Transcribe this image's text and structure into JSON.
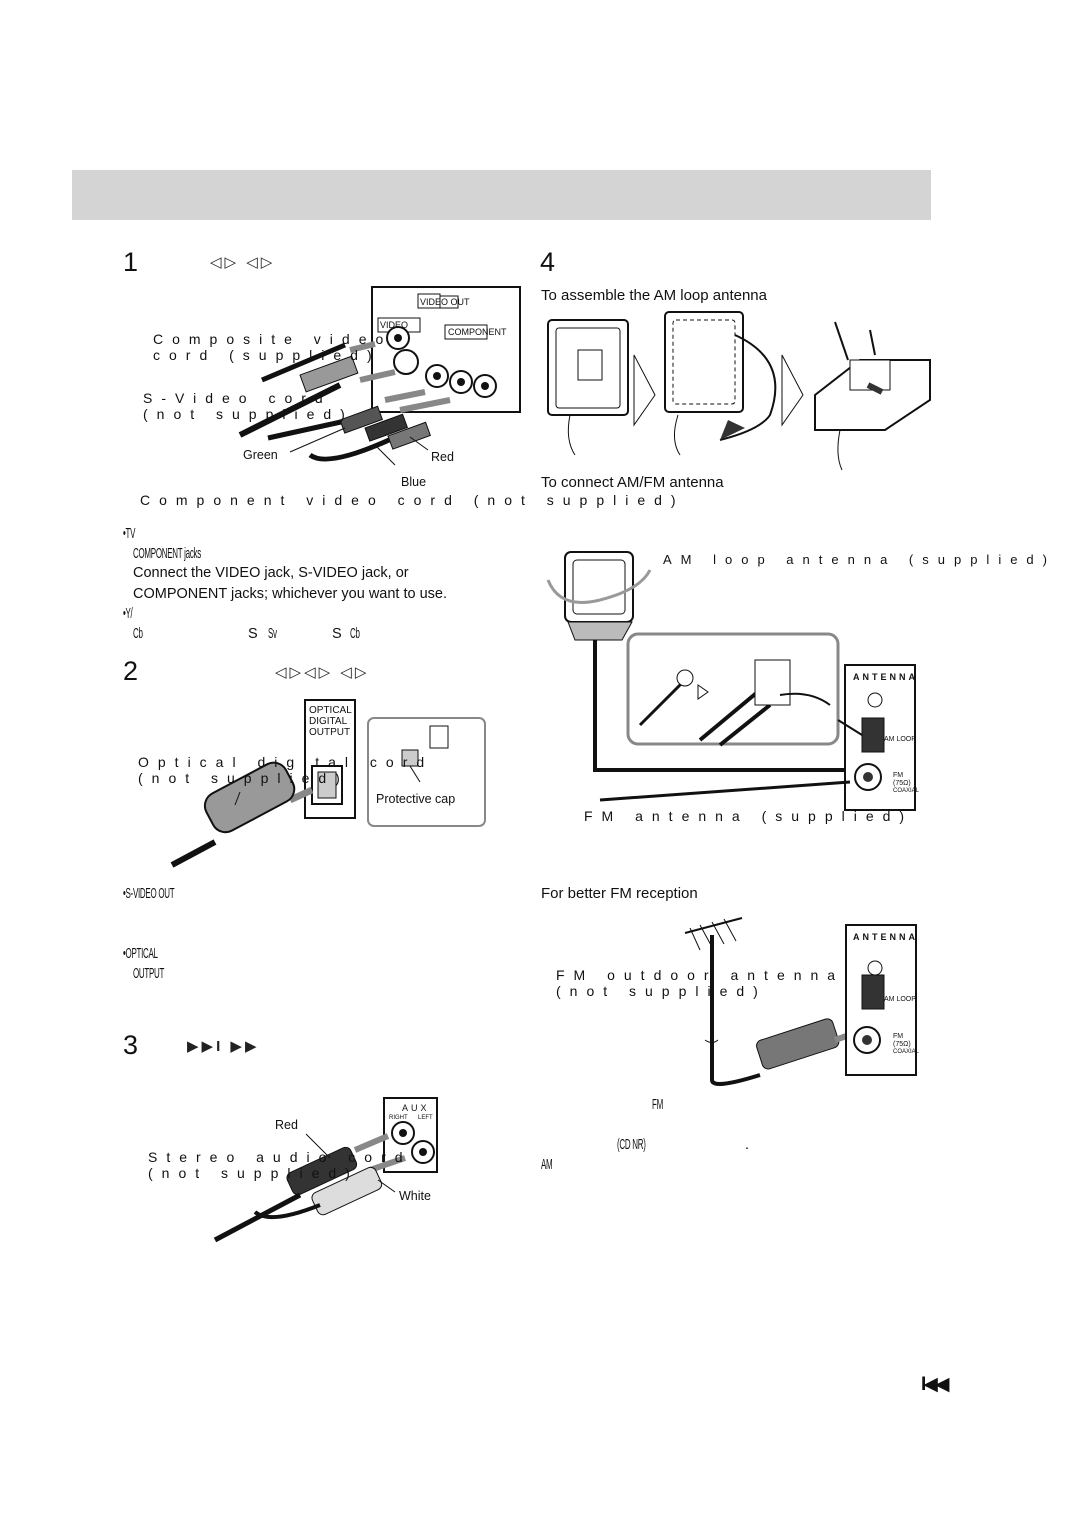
{
  "header_bar": {
    "color": "#d4d4d4"
  },
  "step1": {
    "number": "1",
    "glyphs": "◁▷ ◁▷",
    "label_composite": "Composite video",
    "label_composite2": "cord (supplied)",
    "label_svideo": "S-Video cord",
    "label_svideo2": "(not supplied)",
    "label_component": "Component video cord (not supplied)",
    "label_green": "Green",
    "label_red": "Red",
    "label_blue": "Blue",
    "panel_video_out": "VIDEO OUT",
    "panel_video": "VIDEO",
    "panel_component": "COMPONENT",
    "note1": "•TV",
    "note2": "COMPONENT jacks",
    "note3": "Connect the VIDEO jack, S-VIDEO jack, or",
    "note4": "COMPONENT jacks; whichever you want to use.",
    "note5": "•Y/",
    "note6_a": "Cb",
    "note6_b": "S",
    "note6_c": "Sv",
    "note6_d": "S",
    "note6_e": "Cb"
  },
  "step2": {
    "number": "2",
    "glyphs": "◁▷◁▷ ◁▷",
    "label_optical": "Optical digital cord",
    "label_optical2": "(not supplied)",
    "panel_text1": "OPTICAL",
    "panel_text2": "DIGITAL",
    "panel_text3": "OUTPUT",
    "label_protective": "Protective cap",
    "note1": "•S-VIDEO OUT",
    "note2": "•OPTICAL",
    "note3": "OUTPUT"
  },
  "step3": {
    "number": "3",
    "glyphs": "▶▶I ▶▶",
    "panel_aux": "AUX",
    "panel_right": "RIGHT",
    "panel_left": "LEFT",
    "label_red": "Red",
    "label_stereo": "Stereo audio cord",
    "label_stereo2": "(not supplied)",
    "label_white": "White"
  },
  "step4": {
    "number": "4",
    "sub_assemble": "To assemble the AM loop antenna",
    "sub_connect": "To connect AM/FM antenna",
    "label_am_loop": "AM loop antenna (supplied)",
    "label_fm": "FM antenna (supplied)",
    "panel_antenna": "ANTENNA",
    "panel_am_loop": "AM LOOP",
    "panel_fm": "FM",
    "panel_fm_ohm": "(75Ω)",
    "panel_coaxial": "COAXIAL",
    "sub_better": "For better FM reception",
    "label_fm_outdoor": "FM outdoor antenna",
    "label_fm_outdoor2": "(not supplied)",
    "note_tr": "FM",
    "note_fm": "FM",
    "note_paren": "(CD NR)",
    "note_am": "AM",
    "note_period": "."
  },
  "page_nav": {
    "prev_glyph": "I◀◀"
  }
}
